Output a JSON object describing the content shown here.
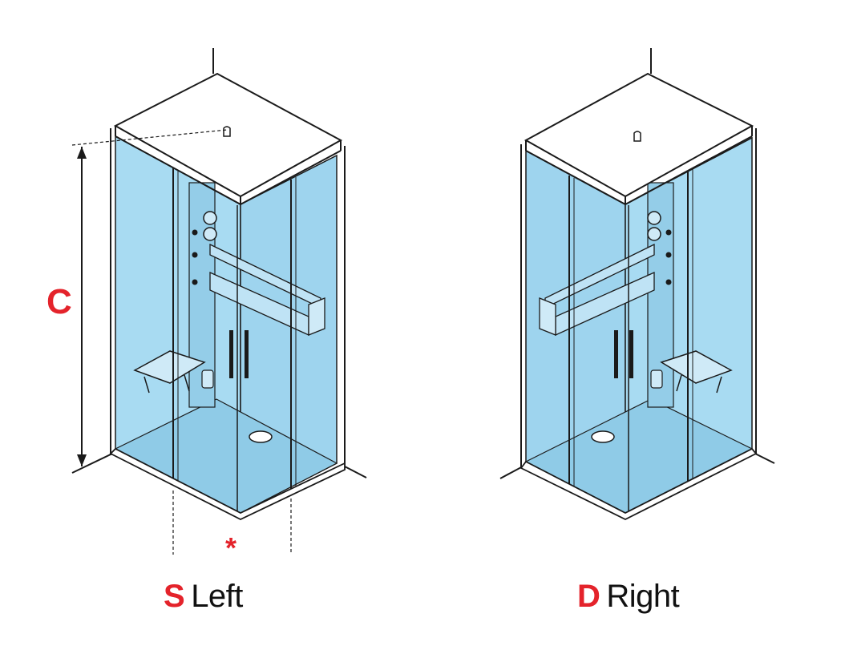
{
  "colors": {
    "accent_red": "#e4232b",
    "glass": "#a8dbf2",
    "glass_dark": "#8fcbe7",
    "line": "#1a1a1a"
  },
  "dimension": {
    "label": "C"
  },
  "note": {
    "symbol": "*"
  },
  "versions": [
    {
      "code": "S",
      "name": "Left"
    },
    {
      "code": "D",
      "name": "Right"
    }
  ]
}
